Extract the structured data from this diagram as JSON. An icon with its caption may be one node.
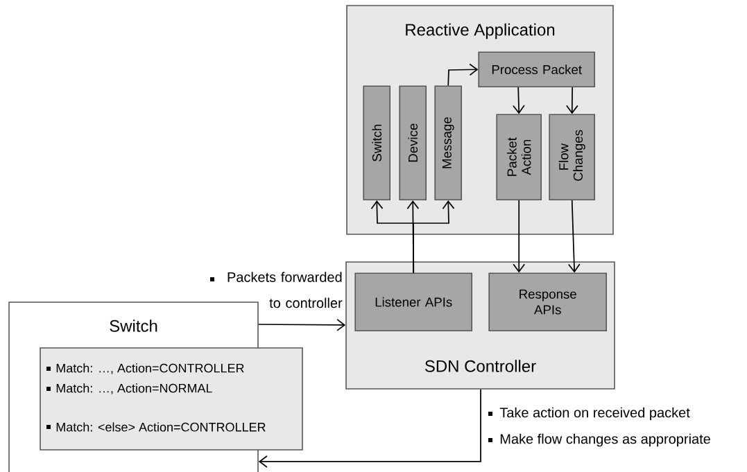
{
  "diagram": {
    "nodes": [
      {
        "text": [
          "Reactive Application"
        ]
      },
      {
        "text": [
          "Process Packet"
        ],
        "in": 0
      },
      {
        "text": [
          "Switch"
        ],
        "in": 0
      },
      {
        "text": [
          "Device"
        ],
        "in": 0
      },
      {
        "text": [
          "Message"
        ],
        "in": 0
      },
      {
        "text": [
          "Packet Action"
        ],
        "in": 0
      },
      {
        "text": [
          "Flow Changes"
        ],
        "in": 0
      },
      {
        "text": [
          "SDN Controller"
        ]
      },
      {
        "text": [
          "Listener APIs"
        ],
        "in": 7
      },
      {
        "text": [
          "Response APIs"
        ],
        "in": 7
      },
      {
        "text": [
          "Switch"
        ]
      },
      {
        "text": [
          "Match: …, Action=CONTROLLER",
          "Match: …, Action=NORMAL",
          "Match: <else> Action=CONTROLLER"
        ]
      }
    ],
    "edges": [
      {
        "from": 8,
        "to": 2,
        "arrow": "to"
      },
      {
        "from": 8,
        "to": 3,
        "arrow": "to"
      },
      {
        "from": 8,
        "to": 4,
        "arrow": "to"
      },
      {
        "from": 4,
        "to": 1,
        "arrow": "to"
      },
      {
        "from": 1,
        "to": 5,
        "arrow": "to"
      },
      {
        "from": 1,
        "to": 6,
        "arrow": "to"
      },
      {
        "from": 5,
        "to": 9,
        "arrow": "to"
      },
      {
        "from": 6,
        "to": 9,
        "arrow": "to"
      },
      {
        "from": 10,
        "to": 7,
        "arrow": "to",
        "label": "Packets forwarded to controller"
      },
      {
        "from": 7,
        "to": 10,
        "arrow": "to"
      }
    ],
    "labels": [
      "Take action on received packet",
      "Make flow changes as appropriate"
    ]
  }
}
